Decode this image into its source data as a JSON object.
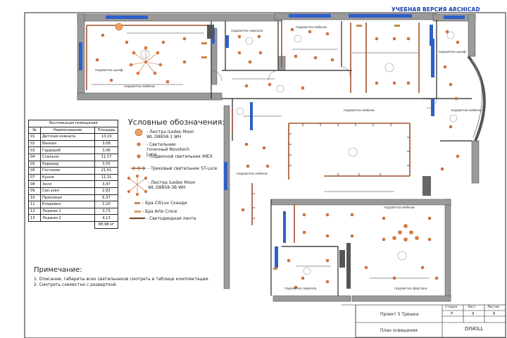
{
  "watermark": "УЧЕБНАЯ ВЕРСИЯ ARCHICAD",
  "legend": {
    "title": "Условные обозначения:",
    "items": [
      {
        "id": "chandelier",
        "text": "- Люстра iLedex Moon WL D8858-1 WH"
      },
      {
        "id": "spot",
        "text": "- Светильник точечный Novotech Luna"
      },
      {
        "id": "pendant",
        "text": "- Подвесной светильник IMEX"
      },
      {
        "id": "track",
        "text": "- Трековый светильник ST-Luce"
      },
      {
        "id": "chandelier-big",
        "text": "- Люстра iLedex Moon WL D8858-3В WH"
      },
      {
        "id": "sconce1",
        "text": "- Бра CitiLux Сканди"
      },
      {
        "id": "sconce2",
        "text": "- Бра Arte Croce"
      },
      {
        "id": "led",
        "text": "- Светодиодная лента"
      }
    ]
  },
  "explication": {
    "caption": "Экспликация помещений",
    "headers": [
      "№",
      "Наименование",
      "Площадь"
    ],
    "rows": [
      [
        "01",
        "Детская комната",
        "13,19"
      ],
      [
        "02",
        "Ванная",
        "3,08"
      ],
      [
        "03",
        "Гардероб",
        "3,46"
      ],
      [
        "04",
        "Спальня",
        "11,17"
      ],
      [
        "05",
        "Коридор",
        "3,55"
      ],
      [
        "06",
        "Гостиная",
        "21,41"
      ],
      [
        "07",
        "Кухня",
        "11,31"
      ],
      [
        "08",
        "Холл",
        "3,47"
      ],
      [
        "09",
        "Сан.узел",
        "2,92"
      ],
      [
        "10",
        "Прихожая",
        "6,37"
      ],
      [
        "11",
        "Кладовка",
        "2,20"
      ],
      [
        "12",
        "Лоджия 1",
        "3,73"
      ],
      [
        "13",
        "Лоджия 2",
        "4,13"
      ]
    ],
    "total": "88,98 м²"
  },
  "notes": {
    "title": "Примечание:",
    "lines": [
      "1. Описание, габариты всех светильников смотреть в таблице комплектации.",
      "2. Смотреть совместно с разверткой."
    ]
  },
  "title_block": {
    "project": "Проект 5 Трешка",
    "sheet_name": "План освещения",
    "stage_label": "Стадия",
    "sheet_label": "Лист",
    "sheets_label": "Листов",
    "stage": "Р",
    "sheet": "9",
    "sheets": "6",
    "company": "DISKILL"
  },
  "plan_labels": {
    "ceiling_shelf": "подсветка шкаф",
    "ceiling_furniture": "подсветка мебели",
    "ceiling_mirror": "подсветка зеркала",
    "ceiling_facade": "подсветка фартука"
  }
}
